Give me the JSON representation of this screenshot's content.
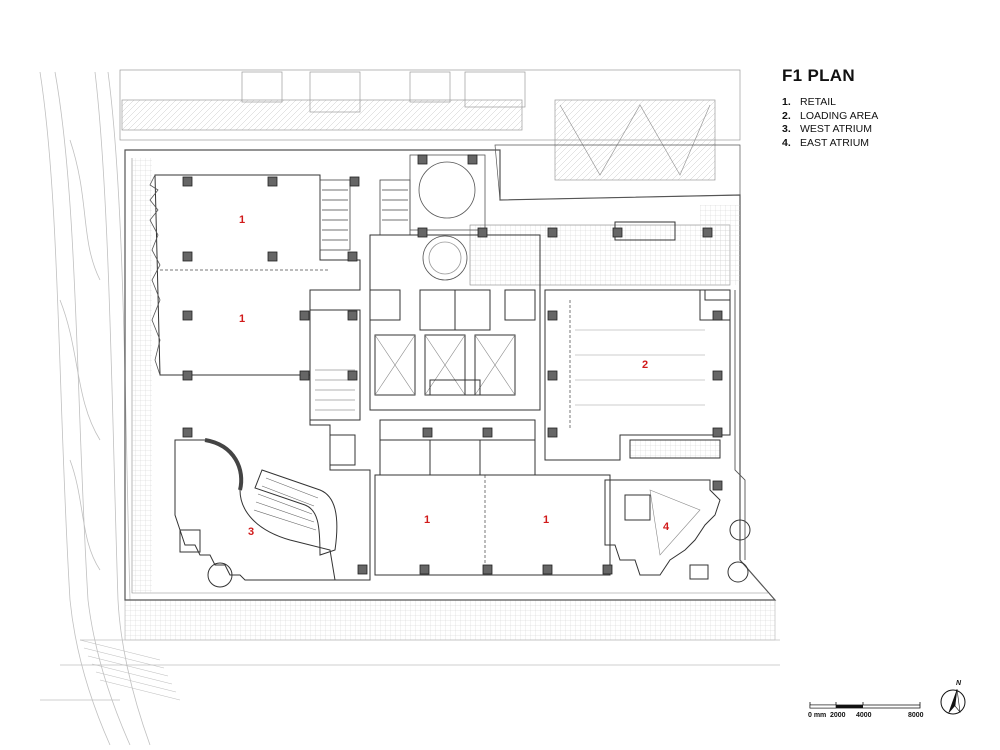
{
  "legend": {
    "title": "F1 PLAN",
    "items": [
      {
        "num": "1.",
        "label": "RETAIL"
      },
      {
        "num": "2.",
        "label": "LOADING AREA"
      },
      {
        "num": "3.",
        "label": "WEST ATRIUM"
      },
      {
        "num": "4.",
        "label": "EAST ATRIUM"
      }
    ]
  },
  "room_labels": {
    "retail_nw_upper": "1",
    "retail_nw_lower": "1",
    "retail_south_west": "1",
    "retail_south_east": "1",
    "loading_area": "2",
    "west_atrium": "3",
    "east_atrium": "4"
  },
  "scale_bar": {
    "labels": [
      "0 mm",
      "2000",
      "4000",
      "8000"
    ]
  },
  "north_arrow": {
    "label": "N"
  },
  "colors": {
    "line": "#3a3a3a",
    "light_line": "#b5b5b5",
    "label": "#d11a1a"
  }
}
